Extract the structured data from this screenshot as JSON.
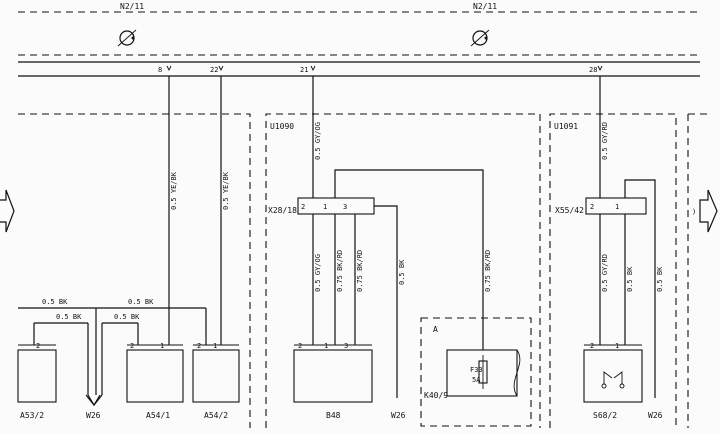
{
  "bus": {
    "module_left": "N2/11",
    "module_right": "N2/11",
    "pins": {
      "p8": "8",
      "p22": "22",
      "p21": "21",
      "p28": "28"
    }
  },
  "sections": {
    "mid": "U1090",
    "right": "U1091"
  },
  "wires": {
    "w8": "0.5 YE/BK",
    "w22": "0.5 YE/BK",
    "w21": "0.5 GY/OG",
    "w28": "0.5 GY/RD",
    "bk1": "0.5 BK",
    "bk2": "0.5 BK",
    "bk3": "0.5 BK",
    "bk4": "0.5 BK",
    "x28_1": "0.5 GY/OG",
    "x28_2": "0.75 BK/RD",
    "x28_3": "0.75 BK/RD",
    "x28_gnd": "0.5 BK",
    "k40": "0.75 BK/RD",
    "x55_1": "0.5 GY/RD",
    "x55_2": "0.5 BK",
    "x55_gnd": "0.5 BK"
  },
  "connectors": {
    "x28": {
      "name": "X28/18",
      "pins": [
        "2",
        "1",
        "3"
      ]
    },
    "x55": {
      "name": "X55/42",
      "pins": [
        "2",
        "1"
      ]
    }
  },
  "components": {
    "a53": {
      "name": "A53/2",
      "pin": "2"
    },
    "w26a": "W26",
    "a54_1": {
      "name": "A54/1",
      "pins": [
        "2",
        "1"
      ]
    },
    "a54_2": {
      "name": "A54/2",
      "pins": [
        "2",
        "1"
      ]
    },
    "b48": {
      "name": "B48",
      "pins": [
        "2",
        "1",
        "3"
      ]
    },
    "w26b": "W26",
    "k40": {
      "name": "K40/9",
      "tag": "A",
      "fuse": "F33",
      "fuse_rating": "5A"
    },
    "s68": {
      "name": "S68/2",
      "pins": [
        "2",
        "1"
      ]
    },
    "w26c": "W26"
  }
}
